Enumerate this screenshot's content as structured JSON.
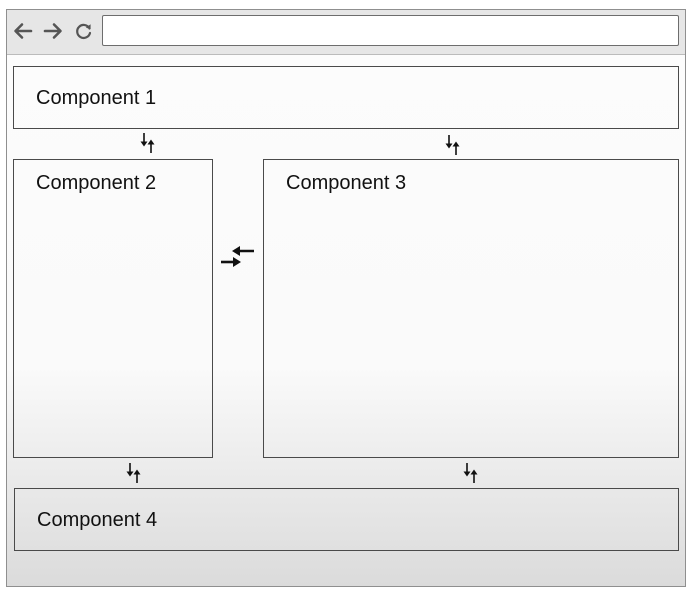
{
  "browser": {
    "back_icon": "arrow-left-icon",
    "forward_icon": "arrow-right-icon",
    "reload_icon": "reload-icon",
    "address_value": ""
  },
  "components": {
    "c1": {
      "label": "Component 1"
    },
    "c2": {
      "label": "Component 2"
    },
    "c3": {
      "label": "Component 3"
    },
    "c4": {
      "label": "Component 4"
    }
  },
  "connections": [
    {
      "from": "Component 1",
      "to": "Component 2",
      "direction": "bidirectional"
    },
    {
      "from": "Component 1",
      "to": "Component 3",
      "direction": "bidirectional"
    },
    {
      "from": "Component 2",
      "to": "Component 3",
      "direction": "bidirectional"
    },
    {
      "from": "Component 2",
      "to": "Component 4",
      "direction": "bidirectional"
    },
    {
      "from": "Component 3",
      "to": "Component 4",
      "direction": "bidirectional"
    }
  ],
  "colors": {
    "toolbar": "#e6e6e6",
    "border": "#4a4a4a",
    "arrow": "#111111"
  }
}
